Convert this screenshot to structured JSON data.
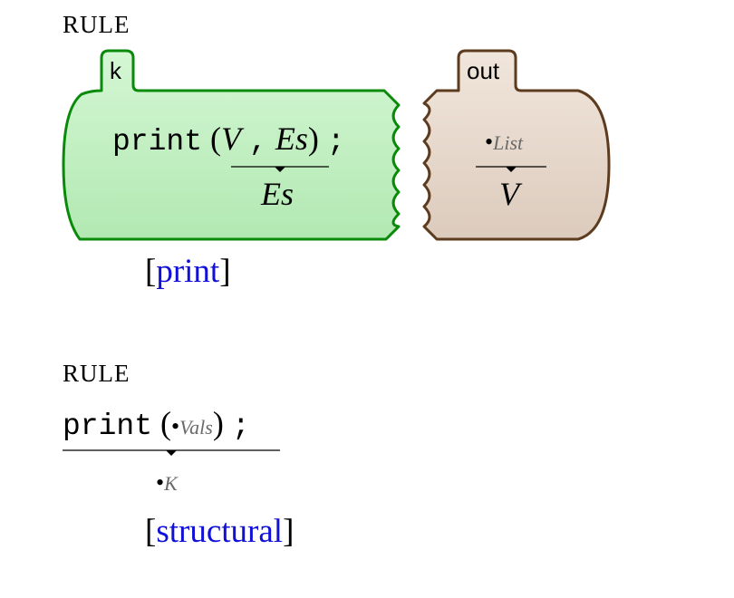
{
  "rule1": {
    "keyword": "RULE",
    "cell_k": {
      "name": "k",
      "fn": "print",
      "open": "(",
      "arg1": "V",
      "comma": ",",
      "arg2": "Es",
      "close": ")",
      "semi": ";",
      "rewrite": "Es"
    },
    "cell_out": {
      "name": "out",
      "top_dot": "•",
      "top_sort": "List",
      "rewrite": "V"
    },
    "label_open": "[",
    "label": "print",
    "label_close": "]",
    "colors": {
      "k_stroke": "#0a8a0a",
      "k_fill_top": "#d4f7d4",
      "k_fill_bottom": "#b2e8b2",
      "out_stroke": "#5c3b1e",
      "out_fill_top": "#f1e6db",
      "out_fill_bottom": "#dccbbd"
    }
  },
  "rule2": {
    "keyword": "RULE",
    "fn": "print",
    "open": "(",
    "dot": "•",
    "sort": "Vals",
    "close": ")",
    "semi": ";",
    "rewrite_dot": "•",
    "rewrite_sort": "K",
    "label_open": "[",
    "label": "structural",
    "label_close": "]"
  }
}
